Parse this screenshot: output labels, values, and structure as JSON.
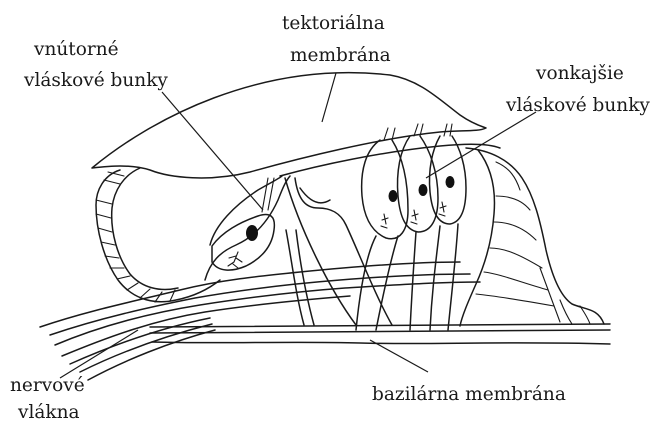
{
  "labels": {
    "tectorial_line1": "tektoriálna",
    "tectorial_line2": "membrána",
    "inner_line1": "vnútorné",
    "inner_line2": "vláskové bunky",
    "outer_line1": "vonkajšie",
    "outer_line2": "vláskové bunky",
    "nerve_line1": "nervové",
    "nerve_line2": "vlákna",
    "basilar": "bazilárna membrána"
  }
}
